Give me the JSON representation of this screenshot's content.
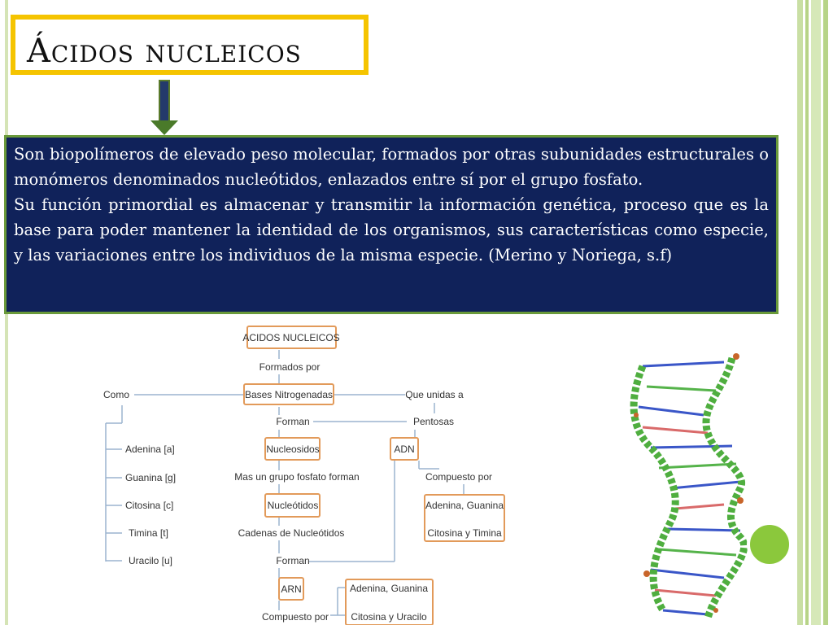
{
  "slide": {
    "title": "Ácidos nucleicos",
    "paragraph1": "Son biopolímeros de elevado peso molecular, formados por otras subunidades estructurales o monómeros denominados nucleótidos, enlazados entre sí por el grupo fosfato.",
    "paragraph2": "Su función primordial es almacenar y transmitir la información genética, proceso que es la base para poder mantener la identidad de los organismos, sus características como especie, y las variaciones entre los individuos de la misma especie. (Merino y Noriega, s.f)"
  },
  "concept_map": {
    "root": "ACIDOS NUCLEICOS",
    "formed_by": "Formados por",
    "bases": "Bases Nitrogenadas",
    "como": "Como",
    "que_unidas": "Que unidas a",
    "forman": "Forman",
    "pentosas": "Pentosas",
    "nucleosidos": "Nucleosidos",
    "adn": "ADN",
    "fosfato": "Mas un grupo fosfato forman",
    "compuesto_por_adn": "Compuesto por",
    "nucleotidos": "Nucleótidos",
    "cadenas": "Cadenas de Nucleótidos",
    "forman2": "Forman",
    "arn": "ARN",
    "compuesto_por_arn": "Compuesto por",
    "bases_list": [
      "Adenina [a]",
      "Guanina [g]",
      "Citosina [c]",
      "Timina [t]",
      "Uracilo [u]"
    ],
    "adn_box": [
      "Adenina, Guanina",
      "Citosina y Timina"
    ],
    "arn_box": [
      "Adenina, Guanina",
      "Citosina y Uracilo"
    ]
  },
  "colors": {
    "title_border": "#f5c400",
    "panel_bg": "#10225a",
    "panel_border": "#6a9a3a",
    "node_border": "#e29a5a",
    "accent_green": "#8bc83c"
  }
}
